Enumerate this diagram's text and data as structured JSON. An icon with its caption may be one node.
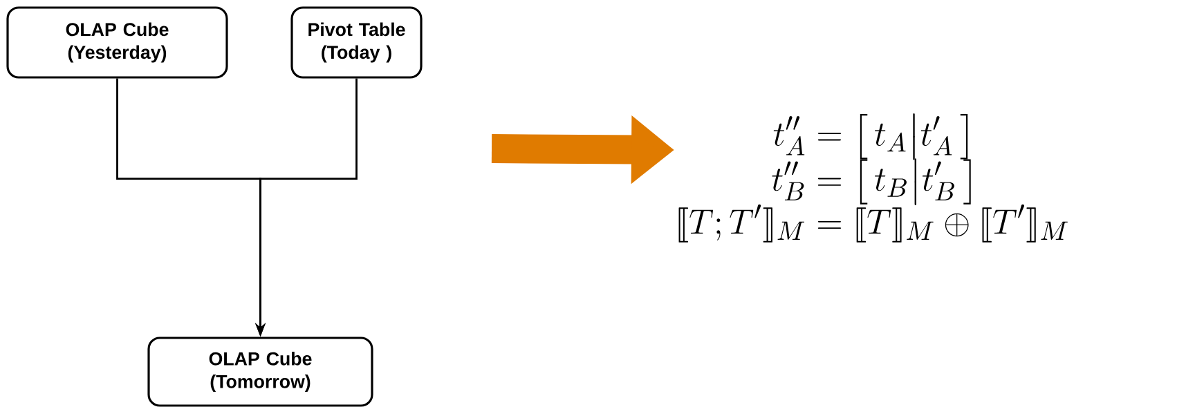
{
  "diagram": {
    "nodes": [
      {
        "text": [
          "OLAP Cube (Yesterday)"
        ]
      },
      {
        "text": [
          "Pivot Table (Today )"
        ]
      },
      {
        "text": [
          "OLAP Cube (Tomorrow)"
        ]
      },
      {
        "text": [
          "\\begin{aligned} t''_A &= \\left[\\, t_A \\middle| t'_A \\,\\right] \\\\ t''_B &= \\left[\\, t_B \\middle| t'_B \\,\\right] \\\\ \\llbracket T ; T' \\rrbracket_M &= \\llbracket T \\rrbracket_M \\oplus \\llbracket T' \\rrbracket_M \\end{aligned}"
        ]
      }
    ],
    "edges": [
      {
        "from": 0,
        "to": 2,
        "arrow": "to"
      },
      {
        "from": 1,
        "to": 2,
        "arrow": "to"
      },
      {
        "from": null,
        "to": 3,
        "arrow": "to",
        "style": "thick",
        "color": "#e07b00"
      }
    ]
  }
}
